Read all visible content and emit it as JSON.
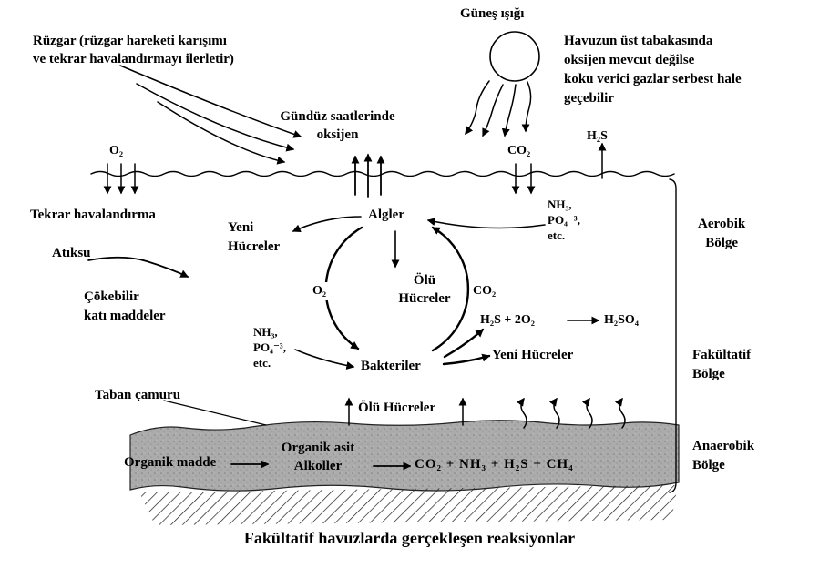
{
  "sky": {
    "sunlight": "Güneş ışığı",
    "wind_note": [
      "Rüzgar (rüzgar hareketi karışımı",
      "ve tekrar havalandırmayı ilerletir)"
    ],
    "odor_note": [
      "Havuzun üst tabakasında",
      "oksijen mevcut değilse",
      "koku verici gazlar serbest hale",
      "geçebilir"
    ],
    "daytime_note": [
      "Gündüz saatlerinde",
      "oksijen"
    ]
  },
  "surface": {
    "o2": "O₂",
    "co2": "CO₂",
    "h2s": "H₂S",
    "nutrients": [
      "NH₃,",
      "PO₄⁻³,",
      "etc."
    ],
    "reaeration": "Tekrar havalandırma"
  },
  "inflow": {
    "wastewater": "Atıksu",
    "settleable": [
      "Çökebilir",
      "katı maddeler"
    ]
  },
  "cycle": {
    "algae": "Algler",
    "bacteria": "Bakteriler",
    "dead_cells": [
      "Ölü",
      "Hücreler"
    ],
    "new_cells_left": [
      "Yeni",
      "Hücreler"
    ],
    "new_cells_right": "Yeni Hücreler",
    "o2": "O₂",
    "co2": "CO₂",
    "nutrients": [
      "NH₃,",
      "PO₄⁻³,",
      "etc."
    ],
    "reaction_lhs": "H₂S + 2O₂",
    "reaction_rhs": "H₂SO₄"
  },
  "bottom": {
    "sludge_label": "Taban çamuru",
    "dead_cells": "Ölü Hücreler",
    "organic_matter": "Organik madde",
    "organic_acid": [
      "Organik asit",
      "Alkoller"
    ],
    "gases": "CO₂ + NH₃ + H₂S + CH₄"
  },
  "zones": {
    "aerobic": [
      "Aerobik",
      "Bölge"
    ],
    "facultative": [
      "Fakültatif",
      "Bölge"
    ],
    "anaerobic": [
      "Anaerobik",
      "Bölge"
    ]
  },
  "caption": "Fakültatif havuzlarda gerçekleşen reaksiyonlar",
  "colors": {
    "ink": "#000000",
    "sludge": "#ababab",
    "background": "#ffffff"
  }
}
